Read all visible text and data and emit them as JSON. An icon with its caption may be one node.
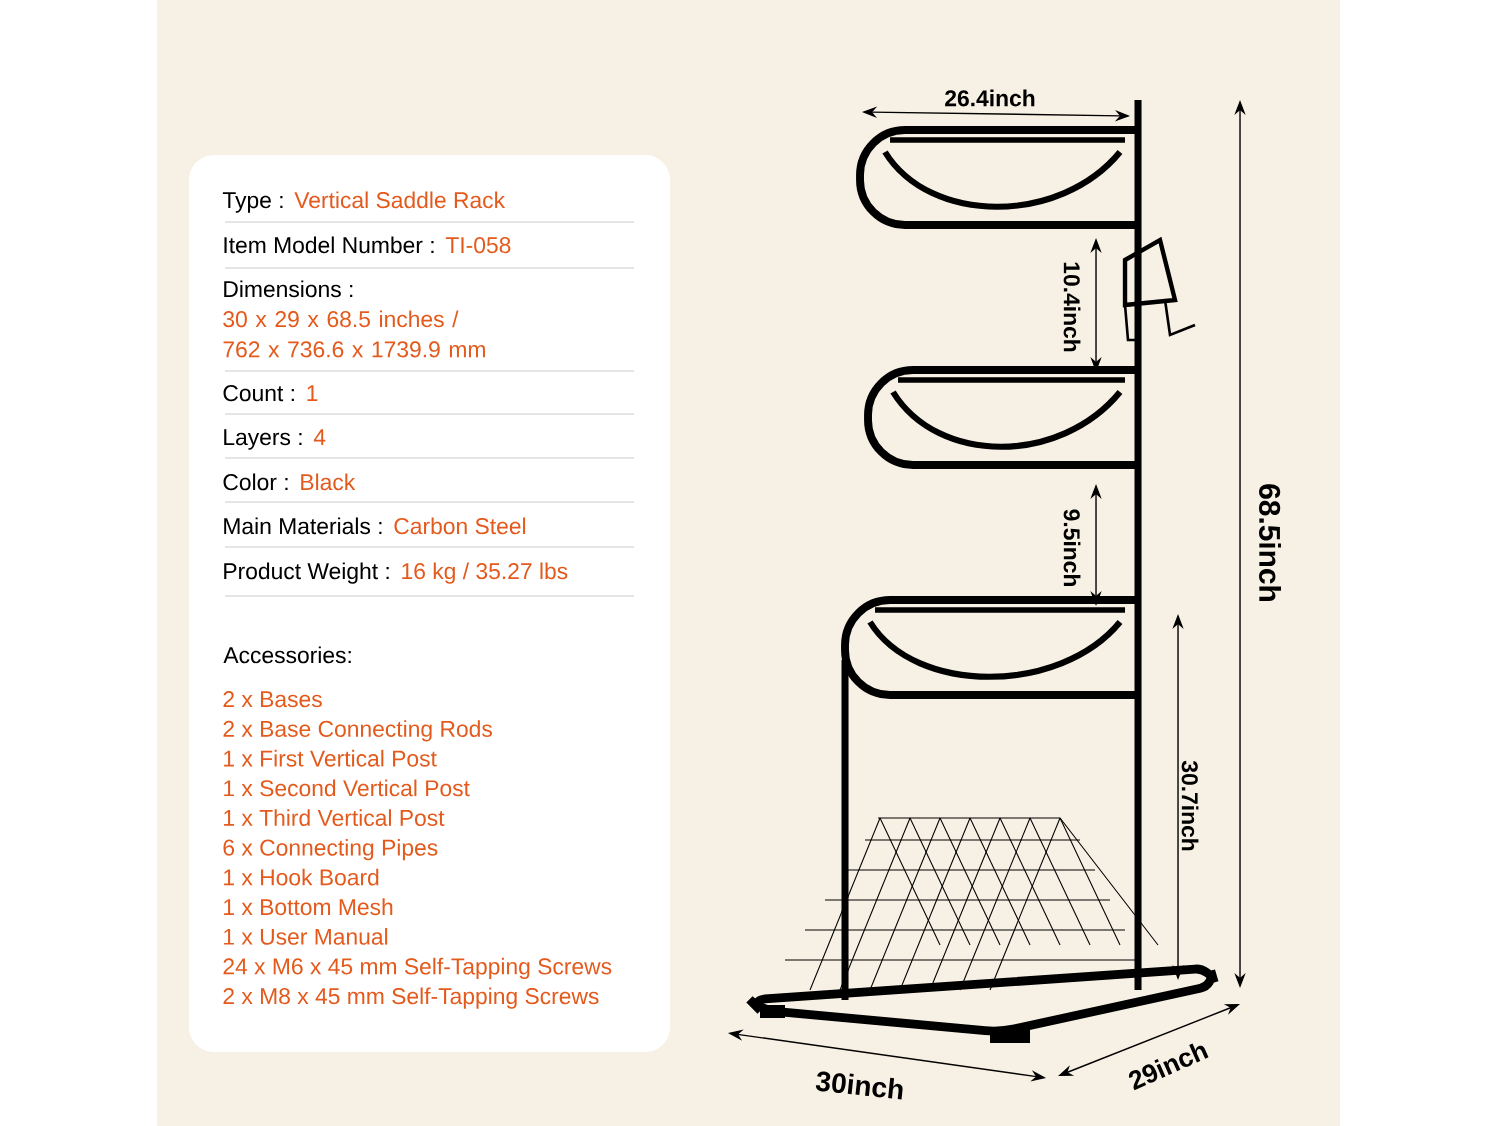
{
  "diagram": {
    "labels": [
      "Type :",
      "Vertical Saddle Rack",
      "Item Model Number :",
      "TI-058",
      "Dimensions :",
      "30 x 29 x 68.5 inches / 762 x 736.6 x 1739.9 mm",
      "Count :",
      "1",
      "Layers :",
      "4",
      "Color :",
      "Black",
      "Main Materials :",
      "Carbon Steel",
      "Product Weight :",
      "16 kg / 35.27 lbs",
      "Accessories:",
      "2 x Bases",
      "2 x Base Connecting Rods",
      "1 x First Vertical Post",
      "1 x Second Vertical Post",
      "1 x Third Vertical Post",
      "6 x Connecting Pipes",
      "1 x Hook Board",
      "1 x Bottom Mesh",
      "1 x User Manual",
      "24 x M6 x 45 mm Self-Tapping Screws",
      "2 x M8 x 45 mm Self-Tapping Screws",
      "26.4inch",
      "10.4inch",
      "9.5inch",
      "68.5inch",
      "30.7inch",
      "30inch",
      "29inch"
    ]
  }
}
